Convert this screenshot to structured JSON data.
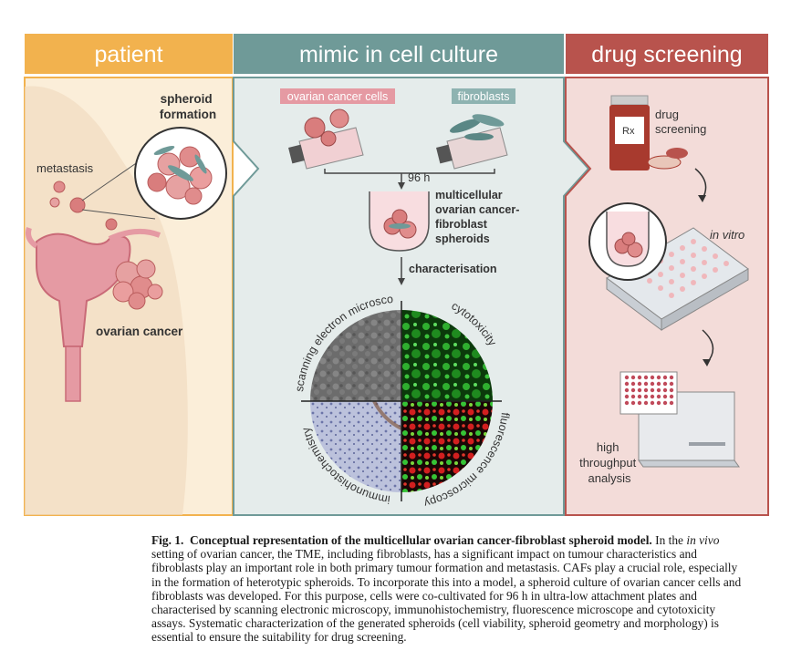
{
  "panels": {
    "patient": {
      "header": "patient",
      "color": "#f2b24e",
      "bg": "#fbeed9"
    },
    "mimic": {
      "header": "mimic in cell culture",
      "color": "#6f9a98",
      "bg": "#e5eceb"
    },
    "drug": {
      "header": "drug screening",
      "color": "#b8534d",
      "bg": "#f3dcd9"
    }
  },
  "labels": {
    "spheroid_formation_1": "spheroid",
    "spheroid_formation_2": "formation",
    "metastasis": "metastasis",
    "ovarian_cancer": "ovarian cancer",
    "ovarian_cancer_cells": "ovarian cancer cells",
    "fibroblasts": "fibroblasts",
    "hours": "96 h",
    "spheroids_1": "multicellular",
    "spheroids_2": "ovarian cancer-",
    "spheroids_3": "fibroblast",
    "spheroids_4": "spheroids",
    "characterisation": "characterisation",
    "sem": "scanning electron microscopy",
    "cytotoxicity": "cytotoxicity",
    "ihc": "immunohistochemistry",
    "fluorescence": "fluorescence microscopy",
    "drug_screening_1": "drug",
    "drug_screening_2": "screening",
    "rx": "Rx",
    "in_vitro": "in vitro",
    "hta_1": "high",
    "hta_2": "throughput",
    "hta_3": "analysis"
  },
  "caption": {
    "fig_label": "Fig. 1",
    "title": "Conceptual representation of the multicellular ovarian cancer-fibroblast spheroid model.",
    "text_1": "In the ",
    "in_vivo": "in vivo",
    "text_2": " setting of ovarian cancer, the TME, including fibroblasts, has a significant impact on tumour characteristics and fibroblasts play an important role in both primary tumour formation and metastasis. CAFs play a crucial role, especially in the formation of heterotypic spheroids. To incorporate this into a model, a spheroid culture of ovarian cancer cells and fibroblasts was developed. For this purpose, cells were co-cultivated for 96 h in ultra-low attachment plates and characterised by scanning electronic microscopy, immunohistochemistry, fluorescence microscope and cytotoxicity assays. Systematic characterization of the generated spheroids (cell viability, spheroid geometry and morphology) is essential to ensure the suitability for drug screening."
  }
}
